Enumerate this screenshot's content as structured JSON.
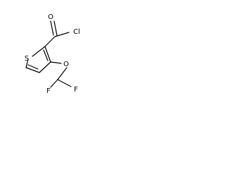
{
  "structure": {
    "atoms": {
      "oxygen_carbonyl": "O",
      "chlorine": "Cl",
      "sulfur": "S",
      "oxygen_ether": "O",
      "fluorine_left": "F",
      "fluorine_right": "F"
    }
  }
}
